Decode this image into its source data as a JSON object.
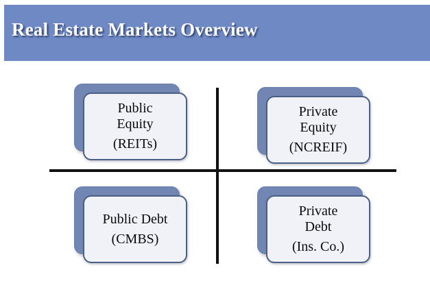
{
  "slide": {
    "title": "Real Estate Markets Overview",
    "banner_color": "#6e89c4",
    "card_back_color": "#7286b4",
    "card_front_color": "#f0f2f7",
    "card_border_color": "#4a5f87",
    "axis_color": "#111111"
  },
  "quadrants": [
    {
      "id": "public-equity",
      "position": "top-left",
      "line1": "Public",
      "line2": "Equity",
      "sub": "(REITs)"
    },
    {
      "id": "private-equity",
      "position": "top-right",
      "line1": "Private",
      "line2": "Equity",
      "sub": "(NCREIF)"
    },
    {
      "id": "public-debt",
      "position": "bottom-left",
      "line1": "Public Debt",
      "line2": "",
      "sub": "(CMBS)"
    },
    {
      "id": "private-debt",
      "position": "bottom-right",
      "line1": "Private",
      "line2": "Debt",
      "sub": "(Ins. Co.)"
    }
  ]
}
